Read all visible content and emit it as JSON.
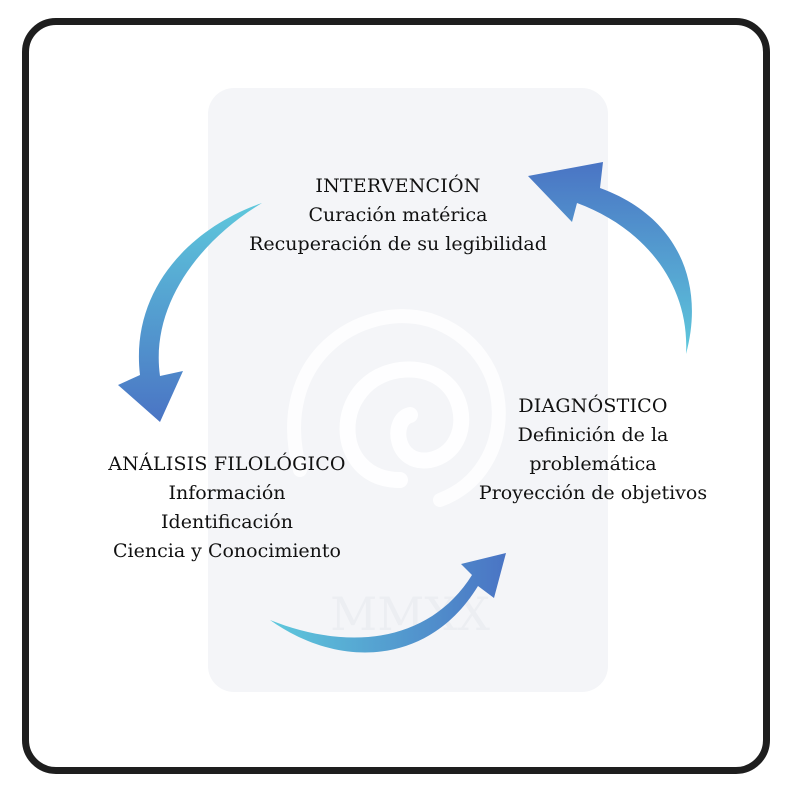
{
  "diagram": {
    "nodes": [
      {
        "id": "intervencion",
        "title": "INTERVENCIÓN",
        "lines": [
          "Curación matérica",
          "Recuperación de su legibilidad"
        ]
      },
      {
        "id": "diagnostico",
        "title": "DIAGNÓSTICO",
        "lines": [
          "Definición de la",
          "problemática",
          "Proyección de objetivos"
        ]
      },
      {
        "id": "analisis",
        "title": "ANÁLISIS FILOLÓGICO",
        "lines": [
          "Información",
          "Identificación",
          "Ciencia y Conocimiento"
        ]
      }
    ],
    "watermark_text": "MMXX",
    "colors": {
      "arrow_light": "#5ec8dc",
      "arrow_dark": "#4a74c4",
      "frame": "#1e1e1e",
      "watermark": "#f2f3f6"
    }
  }
}
